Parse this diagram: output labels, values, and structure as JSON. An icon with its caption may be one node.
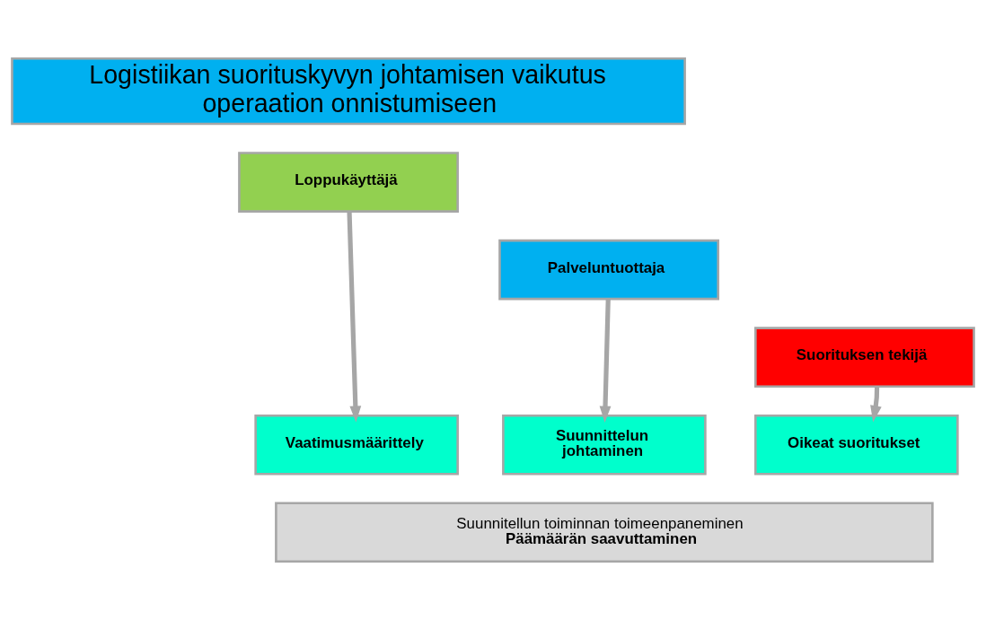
{
  "diagram": {
    "nodes": [
      {
        "text": [
          "Logistiikan suorituskyvyn johtamisen vaikutus operaation onnistumiseen"
        ]
      },
      {
        "text": [
          "Loppukäyttäjä"
        ]
      },
      {
        "text": [
          "Palveluntuottaja"
        ]
      },
      {
        "text": [
          "Suorituksen tekijä"
        ]
      },
      {
        "text": [
          "Vaatimusmäärittely"
        ]
      },
      {
        "text": [
          "Suunnittelun johtaminen"
        ]
      },
      {
        "text": [
          "Oikeat suoritukset"
        ]
      },
      {
        "text": [
          "Suunnitellun toiminnan toimeenpaneminen",
          "Päämäärän saavuttaminen"
        ]
      }
    ],
    "edges": [
      {
        "from": 1,
        "to": 4,
        "arrow": "to"
      },
      {
        "from": 2,
        "to": 5,
        "arrow": "to"
      },
      {
        "from": 3,
        "to": 6,
        "arrow": "to"
      }
    ]
  }
}
